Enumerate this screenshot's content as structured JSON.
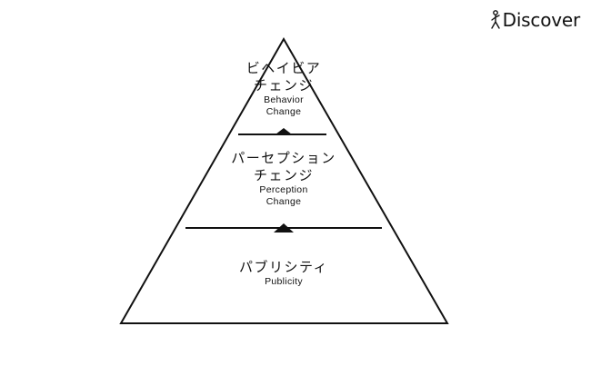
{
  "brand": {
    "logo_text": "Discover"
  },
  "pyramid": {
    "tiers": [
      {
        "jp_line1": "ビヘイビア",
        "jp_line2": "チェンジ",
        "en_line1": "Behavior",
        "en_line2": "Change"
      },
      {
        "jp_line1": "パーセプション",
        "jp_line2": "チェンジ",
        "en_line1": "Perception",
        "en_line2": "Change"
      },
      {
        "jp_line1": "パブリシティ",
        "jp_line2": "",
        "en_line1": "Publicity",
        "en_line2": ""
      }
    ]
  },
  "colors": {
    "line": "#111111",
    "background": "#ffffff"
  }
}
